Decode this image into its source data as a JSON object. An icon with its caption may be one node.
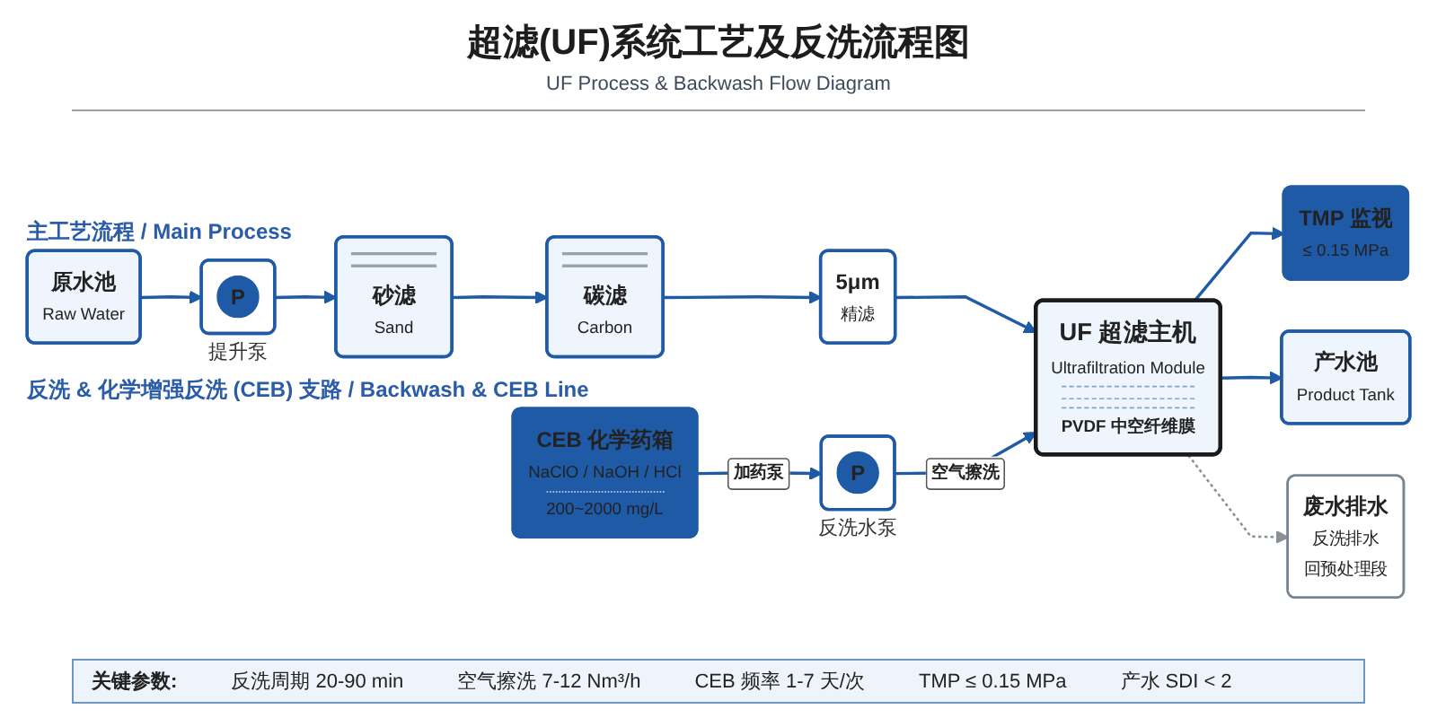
{
  "diagram": {
    "title": "超滤(UF)系统工艺及反洗流程图",
    "nodes": [
      {
        "text": [
          "原水池",
          "Raw Water"
        ]
      },
      {
        "text": [
          "P"
        ],
        "beside": [
          "提升泵"
        ]
      },
      {
        "text": [
          "砂滤",
          "Sand"
        ]
      },
      {
        "text": [
          "碳滤",
          "Carbon"
        ]
      },
      {
        "text": [
          "5μm",
          "精滤"
        ]
      },
      {
        "text": [
          "UF 超滤主机",
          "Ultrafiltration Module",
          "PVDF 中空纤维膜"
        ]
      },
      {
        "text": [
          "TMP 监视",
          "≤ 0.15 MPa"
        ]
      },
      {
        "text": [
          "产水池",
          "Product Tank"
        ]
      },
      {
        "text": [
          "CEB 化学药箱",
          "NaClO / NaOH / HCl",
          "200~2000 mg/L"
        ]
      },
      {
        "text": [
          "P"
        ],
        "beside": [
          "反洗水泵"
        ]
      },
      {
        "text": [
          "废水排水",
          "反洗排水",
          "回预处理段"
        ]
      }
    ],
    "edges": [
      {
        "from": 0,
        "to": 1,
        "arrow": "to"
      },
      {
        "from": 1,
        "to": 2,
        "arrow": "to"
      },
      {
        "from": 2,
        "to": 3,
        "arrow": "to"
      },
      {
        "from": 3,
        "to": 4,
        "arrow": "to"
      },
      {
        "from": 4,
        "to": 5,
        "arrow": "to"
      },
      {
        "from": 5,
        "to": 6,
        "arrow": "to"
      },
      {
        "from": 5,
        "to": 7,
        "arrow": "to"
      },
      {
        "from": 8,
        "to": 9,
        "arrow": "to",
        "label": "加药泵"
      },
      {
        "from": 9,
        "to": 5,
        "arrow": "to",
        "label": "空气擦洗"
      },
      {
        "from": 5,
        "to": 10,
        "arrow": "to",
        "style": "dashed",
        "color": "#8a9099"
      }
    ],
    "labels": [
      "UF Process & Backwash Flow Diagram",
      "主工艺流程 / Main Process",
      "反洗 & 化学增强反洗 (CEB) 支路 / Backwash & CEB Line",
      "关键参数:",
      "反洗周期 20-90 min",
      "空气擦洗 7-12 Nm³/h",
      "CEB 频率 1-7 天/次",
      "TMP ≤ 0.15 MPa",
      "产水 SDI < 2"
    ]
  }
}
